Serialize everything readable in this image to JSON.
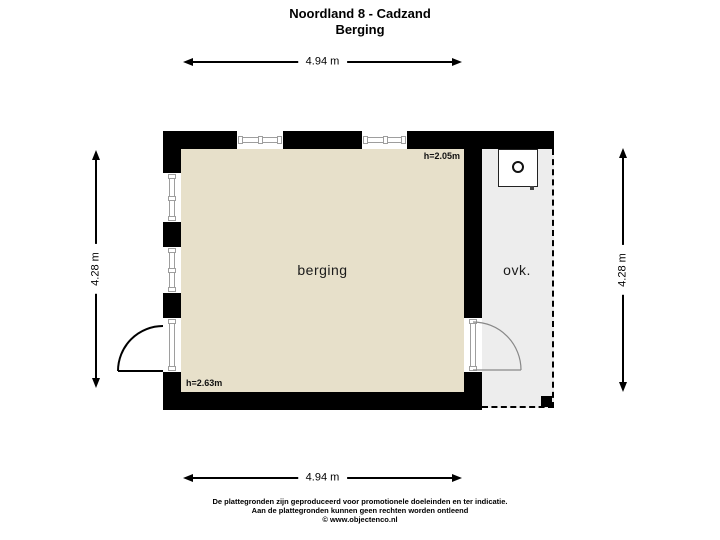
{
  "title": {
    "line1": "Noordland 8 - Cadzand",
    "line2": "Berging"
  },
  "dimensions": {
    "top": "4.94 m",
    "bottom": "4.94 m",
    "left": "4.28 m",
    "right": "4.28 m"
  },
  "rooms": {
    "berging": {
      "label": "berging",
      "ceiling_note_top_right": "h=2.05m",
      "ceiling_note_bottom_left": "h=2.63m"
    },
    "ovk": {
      "label": "ovk."
    }
  },
  "footer": {
    "line1": "De plattegronden zijn geproduceerd voor promotionele doeleinden en ter indicatie.",
    "line2": "Aan de plattegronden kunnen geen rechten worden ontleend",
    "line3": "© www.objectenco.nl"
  },
  "colors": {
    "wall": "#000000",
    "berging_floor": "#E7E0CA",
    "ovk_floor": "#EDEDED",
    "window_frame": "#9E9E9E",
    "text": "#000000",
    "background": "#FFFFFF"
  }
}
